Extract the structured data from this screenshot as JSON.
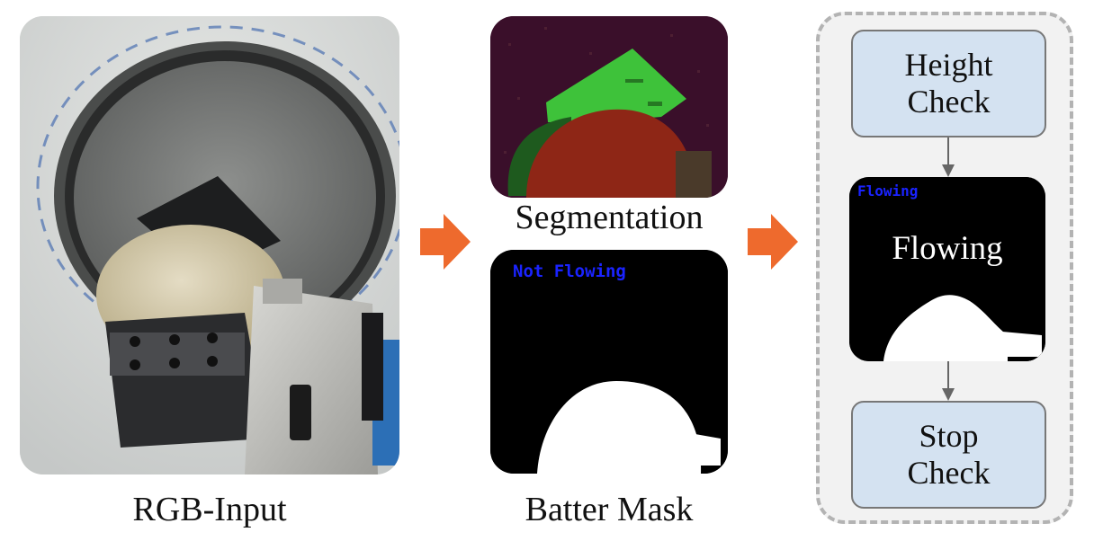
{
  "captions": {
    "rgb_input": "RGB-Input",
    "segmentation": "Segmentation",
    "batter_mask": "Batter Mask"
  },
  "mask_overlay": {
    "status_text": "Not Flowing"
  },
  "pipeline": {
    "height_check": "Height\nCheck",
    "flow_overlay_text": "Flowing",
    "flow_state": "Flowing",
    "stop_check": "Stop\nCheck"
  },
  "colors": {
    "arrow": "#ee6a2d",
    "check_box_fill": "#d4e2f1",
    "overlay_text": "#1a23ff",
    "segment_green": "#3ec23a",
    "segment_red": "#8e2616",
    "segment_bg": "#3a0f2a"
  }
}
